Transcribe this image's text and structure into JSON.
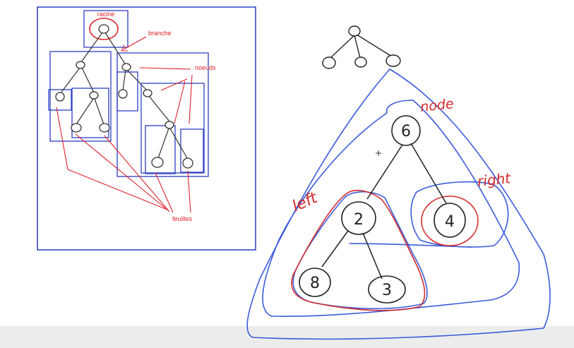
{
  "left_panel": {
    "labels": {
      "root": "racine",
      "branch": "branche",
      "nodes": "noeuds",
      "leaves": "feuilles"
    }
  },
  "right_drawing": {
    "labels": {
      "node": "node",
      "left": "left",
      "right": "right"
    },
    "values": {
      "root": "6",
      "left_child": "2",
      "right_child": "4",
      "left_left": "8",
      "left_right": "3"
    }
  },
  "colors": {
    "blue": "#3b5bdb",
    "red": "#e0222a",
    "ink": "#222222"
  }
}
